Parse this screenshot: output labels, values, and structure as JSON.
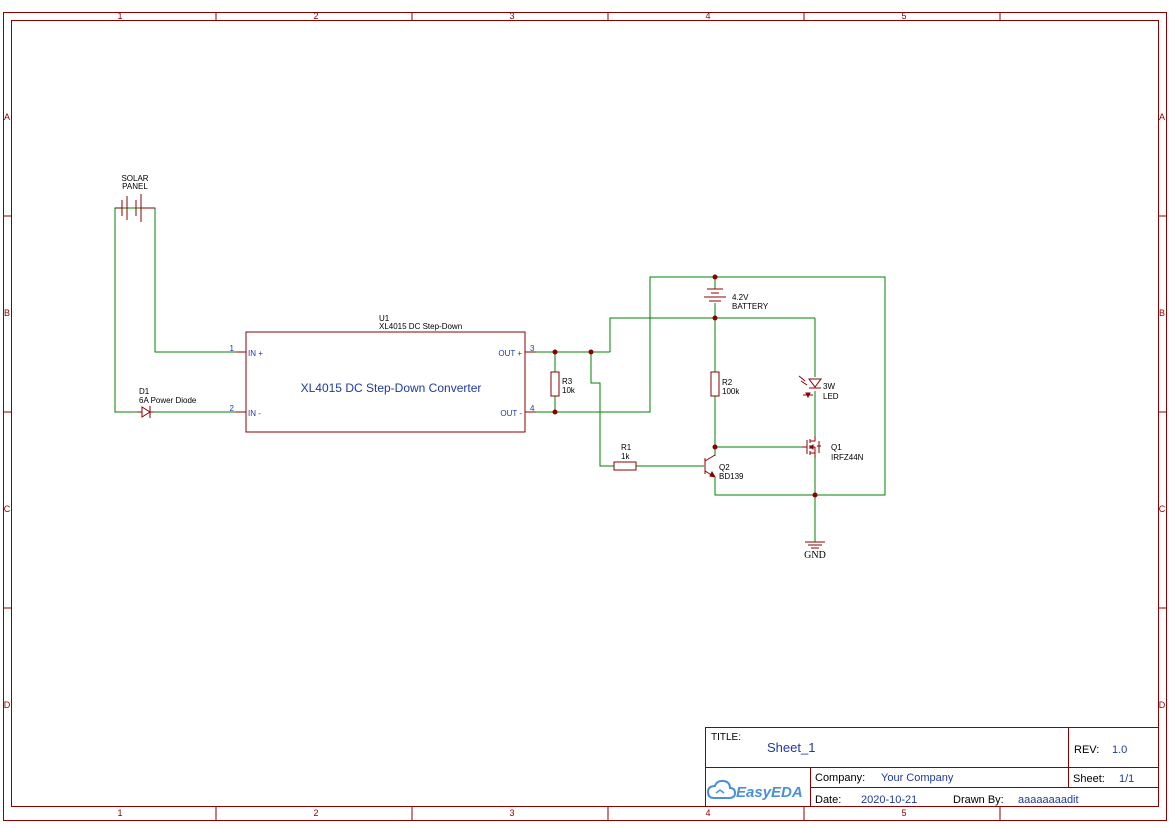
{
  "grid": {
    "columns": [
      "1",
      "2",
      "3",
      "4",
      "5"
    ],
    "rows": [
      "A",
      "B",
      "C",
      "D"
    ]
  },
  "components": {
    "solar_panel": {
      "line1": "SOLAR",
      "line2": "PANEL"
    },
    "u1": {
      "ref": "U1",
      "part": "XL4015 DC Step-Down",
      "body_label": "XL4015 DC Step-Down Converter",
      "pin1_num": "1",
      "pin1_name": "IN +",
      "pin2_num": "2",
      "pin2_name": "IN -",
      "pin3_num": "3",
      "pin3_name": "OUT +",
      "pin4_num": "4",
      "pin4_name": "OUT -"
    },
    "d1": {
      "ref": "D1",
      "value": "6A Power Diode"
    },
    "r3": {
      "ref": "R3",
      "value": "10k"
    },
    "battery": {
      "value": "4.2V",
      "name": "BATTERY"
    },
    "r2": {
      "ref": "R2",
      "value": "100k"
    },
    "led": {
      "value": "3W",
      "name": "LED"
    },
    "q1": {
      "ref": "Q1",
      "value": "IRFZ44N"
    },
    "r1": {
      "ref": "R1",
      "value": "1k"
    },
    "q2": {
      "ref": "Q2",
      "value": "BD139"
    },
    "gnd": {
      "label": "GND"
    }
  },
  "title_block": {
    "title_label": "TITLE:",
    "title_value": "Sheet_1",
    "rev_label": "REV:",
    "rev_value": "1.0",
    "company_label": "Company:",
    "company_value": "Your Company",
    "sheet_label": "Sheet:",
    "sheet_value": "1/1",
    "date_label": "Date:",
    "date_value": "2020-10-21",
    "drawn_label": "Drawn By:",
    "drawn_value": "aaaaaaaadit",
    "logo_text": "EasyEDA"
  },
  "colors": {
    "frame": "#8b0000",
    "wire": "#008000",
    "label": "#1e3aa0",
    "junction": "#8b0000"
  }
}
